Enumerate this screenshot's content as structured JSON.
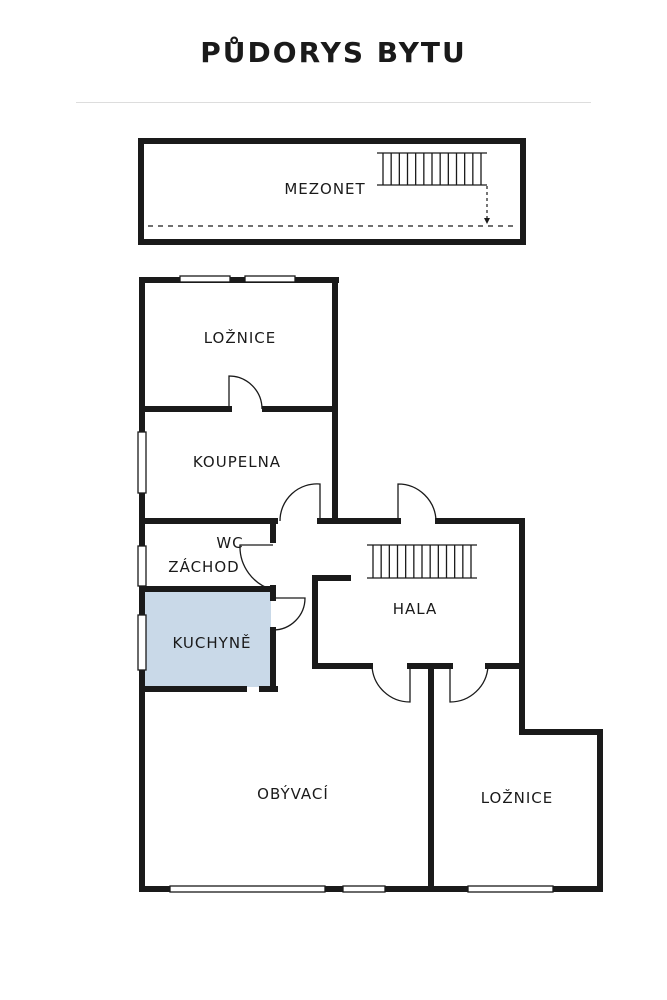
{
  "title": "PŮDORYS BYTU",
  "rooms": {
    "mezonet": "MEZONET",
    "loznice_1": "LOŽNICE",
    "koupelna": "KOUPELNA",
    "wc_line1": "WC",
    "wc_line2": "ZÁCHOD",
    "kuchyne": "KUCHYNĚ",
    "hala": "HALA",
    "obyvaci": "OBÝVACÍ",
    "loznice_2": "LOŽNICE"
  },
  "colors": {
    "wall": "#1a1a1a",
    "highlight": "#c9d9e8"
  }
}
